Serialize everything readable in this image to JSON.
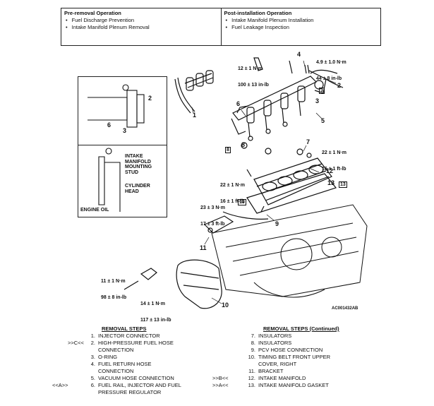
{
  "operations": {
    "pre": {
      "title": "Pre-removal Operation",
      "items": [
        "Fuel Discharge Prevention",
        "Intake Manifold Plenum Removal"
      ]
    },
    "post": {
      "title": "Post-installation Operation",
      "items": [
        "Intake Manifold Plenum Installation",
        "Fuel Leakage Inspection"
      ]
    }
  },
  "torques": {
    "t1_a": "12 ± 1 N·m",
    "t1_b": "100 ± 13 in-lb",
    "t2_a": "4.9 ± 1.0 N·m",
    "t2_b": "44 ± 8 in-lb",
    "t3_a": "22 ± 1 N·m",
    "t3_b": "16 ± 1 ft-lb",
    "t4_a": "22 ± 1 N·m",
    "t4_b": "16 ± 1 ft-lb",
    "t5_a": "23 ± 3 N·m",
    "t5_b": "17 ± 3 ft-lb",
    "t6_a": "11 ± 1 N·m",
    "t6_b": "98 ± 8 in-lb",
    "t7_a": "14 ± 1 N·m",
    "t7_b": "117 ± 13 in-lb"
  },
  "inset": {
    "intake_label": "INTAKE\nMANIFOLD\nMOUNTING\nSTUD",
    "head_label": "CYLINDER\nHEAD",
    "oil_label": "ENGINE OIL"
  },
  "callouts": {
    "n1": "1",
    "n2": "2",
    "n3": "3",
    "n4": "4",
    "n5": "5",
    "n6": "6",
    "n7": "7",
    "n8": "8",
    "n9": "9",
    "n10": "10",
    "n11": "11",
    "n12": "12",
    "n13": "13",
    "inset_n2": "2",
    "inset_n3": "3",
    "inset_n6": "6"
  },
  "badges": {
    "n3": "3",
    "n8": "8",
    "n13a": "13",
    "n13b": "13"
  },
  "figure_code": "AC001432AB",
  "removal_steps": {
    "title": "REMOVAL STEPS",
    "items": [
      {
        "mark": "",
        "n": "1.",
        "text": "INJECTOR CONNECTOR"
      },
      {
        "mark": ">>C<<",
        "n": "2.",
        "text": "HIGH-PRESSURE FUEL HOSE"
      },
      {
        "mark": "",
        "n": "",
        "text": "CONNECTION"
      },
      {
        "mark": "",
        "n": "3.",
        "text": "O-RING"
      },
      {
        "mark": "",
        "n": "4.",
        "text": "FUEL RETURN HOSE"
      },
      {
        "mark": "",
        "n": "",
        "text": "CONNECTION"
      },
      {
        "mark": "",
        "n": "5.",
        "text": "VACUUM HOSE CONNECTION"
      },
      {
        "mark": "<<A>>",
        "n": "6.",
        "text": "FUEL RAIL, INJECTOR AND FUEL"
      },
      {
        "mark": "",
        "n": "",
        "text": "PRESSURE REGULATOR"
      }
    ]
  },
  "removal_steps_cont": {
    "title": "REMOVAL STEPS (Continued)",
    "items": [
      {
        "mark": "",
        "n": "7.",
        "text": "INSULATORS"
      },
      {
        "mark": "",
        "n": "8.",
        "text": "INSULATORS"
      },
      {
        "mark": "",
        "n": "9.",
        "text": "PCV HOSE CONNECTION"
      },
      {
        "mark": "",
        "n": "10.",
        "text": "TIMING BELT FRONT UPPER"
      },
      {
        "mark": "",
        "n": "",
        "text": "COVER, RIGHT"
      },
      {
        "mark": "",
        "n": "11.",
        "text": "BRACKET"
      },
      {
        "mark": ">>B<<",
        "n": "12.",
        "text": "INTAKE MANIFOLD"
      },
      {
        "mark": ">>A<<",
        "n": "13.",
        "text": "INTAKE MANIFOLD GASKET"
      }
    ]
  }
}
